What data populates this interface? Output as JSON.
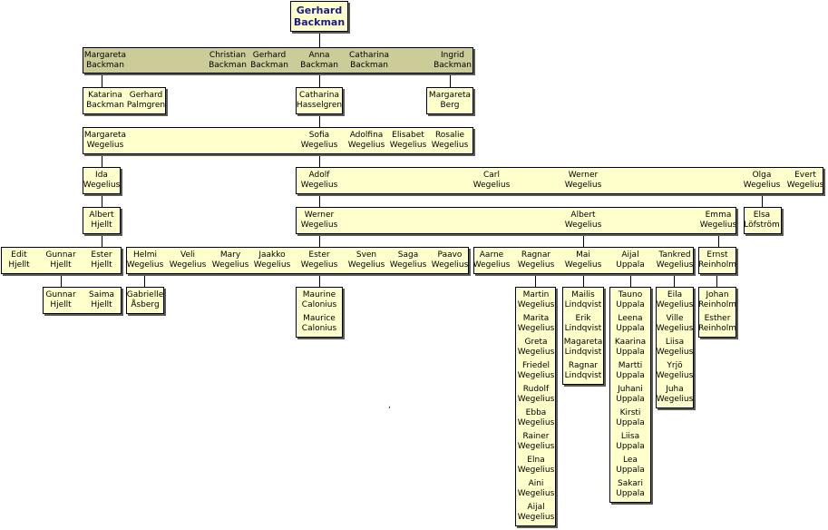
{
  "nodes": {
    "g_backman": "Gerhard\nBackman",
    "margareta_b": "Margareta\nBackman",
    "christian_b": "Christian\nBackman",
    "gerhard_b": "Gerhard\nBackman",
    "anna_b": "Anna\nBackman",
    "catharina_b": "Catharina\nBackman",
    "ingrid_b": "Ingrid\nBackman",
    "katarina_b": "Katarina\nBackman",
    "gerhard_p": "Gerhard\nPalmgren",
    "catharina_h": "Catharina\nHasselgren",
    "margareta_berg": "Margareta\nBerg",
    "margareta_w": "Margareta\nWegelius",
    "sofia_w": "Sofia\nWegelius",
    "adolfina_w": "Adolfina\nWegelius",
    "elisabet_w": "Elisabet\nWegelius",
    "rosalie_w": "Rosalie\nWegelius",
    "ida_w": "Ida\nWegelius",
    "adolf_w": "Adolf\nWegelius",
    "carl_w": "Carl\nWegelius",
    "werner_w1": "Werner\nWegelius",
    "olga_w": "Olga\nWegelius",
    "evert_w": "Evert\nWegelius",
    "albert_hj": "Albert\nHjellt",
    "werner_w2": "Werner\nWegelius",
    "albert_w": "Albert\nWegelius",
    "emma_w": "Emma\nWegelius",
    "elsa_l": "Elsa\nLöfström",
    "edit_hj": "Edit\nHjellt",
    "gunnar_hj": "Gunnar\nHjellt",
    "ester_hj": "Ester\nHjellt",
    "helmi_w": "Helmi\nWegelius",
    "veli_w": "Veli\nWegelius",
    "mary_w": "Mary\nWegelius",
    "jaakko_w": "Jaakko\nWegelius",
    "ester_w": "Ester\nWegelius",
    "sven_w": "Sven\nWegelius",
    "saga_w": "Saga\nWegelius",
    "paavo_w": "Paavo\nWegelius",
    "aarne_w": "Aarne\nWegelius",
    "ragnar_w": "Ragnar\nWegelius",
    "mai_w": "Mai\nWegelius",
    "aijal_u": "Aijal\nUppala",
    "tankred_w": "Tankred\nWegelius",
    "ernst_r": "Ernst\nReinholm",
    "gunnar_hj2": "Gunnar\nHjellt",
    "saima_hj": "Saima\nHjellt",
    "gabrielle_a": "Gabrielle\nÅsberg",
    "maurine_c": "Maurine\nCalonius",
    "maurice_c": "Maurice\nCalonius",
    "martin_w": "Martin\nWegelius",
    "marita_w": "Marita\nWegelius",
    "greta_w": "Greta\nWegelius",
    "friedel_w": "Friedel\nWegelius",
    "rudolf_w": "Rudolf\nWegelius",
    "ebba_w": "Ebba\nWegelius",
    "rainer_w": "Rainer\nWegelius",
    "elna_w": "Elna\nWegelius",
    "aini_w": "Aini\nWegelius",
    "aijal_w": "Aijal\nWegelius",
    "mailis_l": "Mailis\nLindqvist",
    "erik_l": "Erik\nLindqvist",
    "magareta_l": "Magareta\nLindqvist",
    "ragnar_l": "Ragnar\nLindqvist",
    "tauno_u": "Tauno\nUppala",
    "leena_u": "Leena\nUppala",
    "kaarina_u": "Kaarina\nUppala",
    "martti_u": "Martti\nUppala",
    "juhani_u": "Juhani\nUppala",
    "kirsti_u": "Kirsti\nUppala",
    "liisa_u": "Liisa\nUppala",
    "lea_u": "Lea\nUppala",
    "sakari_u": "Sakari\nUppala",
    "eila_w": "Eila\nWegelius",
    "ville_w": "Ville\nWegelius",
    "liisa_w": "Liisa\nWegelius",
    "yrjo_w": "Yrjö\nWegelius",
    "juha_w": "Juha\nWegelius",
    "johan_r": "Johan\nReinholm",
    "esther_r": "Esther\nReinholm"
  }
}
